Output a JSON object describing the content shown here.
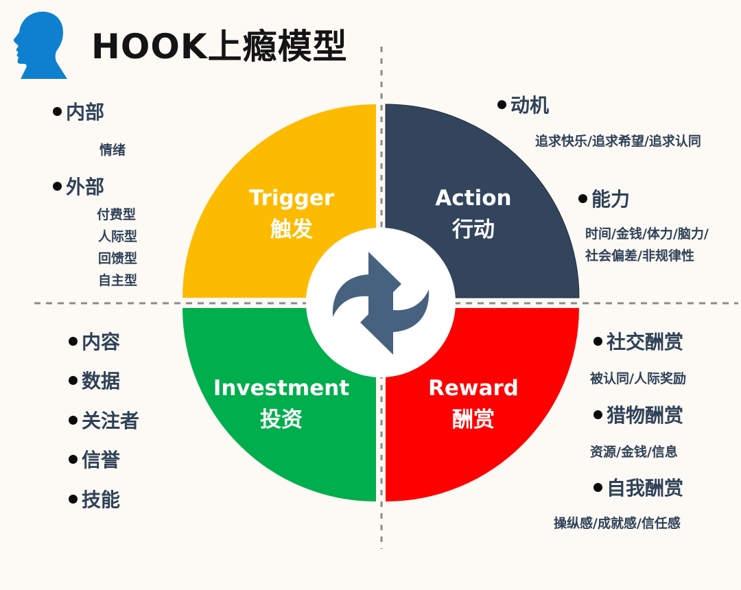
{
  "title": "HOOK上瘾模型",
  "icon": "human-head-profile-icon",
  "colors": {
    "background": "#fdf9f4",
    "trigger": "#fdbb00",
    "action": "#33455d",
    "investment": "#01ae4d",
    "reward": "#fe0000",
    "cycle_arrows": "#47627f",
    "dashes": "#8a8a8a",
    "text": "#2e4157"
  },
  "quadrants": {
    "trigger": {
      "en": "Trigger",
      "zh": "触发"
    },
    "action": {
      "en": "Action",
      "zh": "行动"
    },
    "investment": {
      "en": "Investment",
      "zh": "投资"
    },
    "reward": {
      "en": "Reward",
      "zh": "酬赏"
    }
  },
  "center_icon": "refresh-cycle-icon",
  "trigger_notes": {
    "internal": {
      "heading": "内部",
      "items": [
        "情绪"
      ]
    },
    "external": {
      "heading": "外部",
      "items": [
        "付费型",
        "人际型",
        "回馈型",
        "自主型"
      ]
    }
  },
  "action_notes": {
    "motivation": {
      "heading": "动机",
      "detail": "追求快乐/追求希望/追求认同"
    },
    "ability": {
      "heading": "能力",
      "detail_lines": [
        "时间/金钱/体力/脑力/",
        "社会偏差/非规律性"
      ]
    }
  },
  "investment_notes": {
    "items": [
      "内容",
      "数据",
      "关注者",
      "信誉",
      "技能"
    ]
  },
  "reward_notes": {
    "social": {
      "heading": "社交酬赏",
      "detail": "被认同/人际奖励"
    },
    "hunt": {
      "heading": "猎物酬赏",
      "detail": "资源/金钱/信息"
    },
    "self": {
      "heading": "自我酬赏",
      "detail": "操纵感/成就感/信任感"
    }
  }
}
